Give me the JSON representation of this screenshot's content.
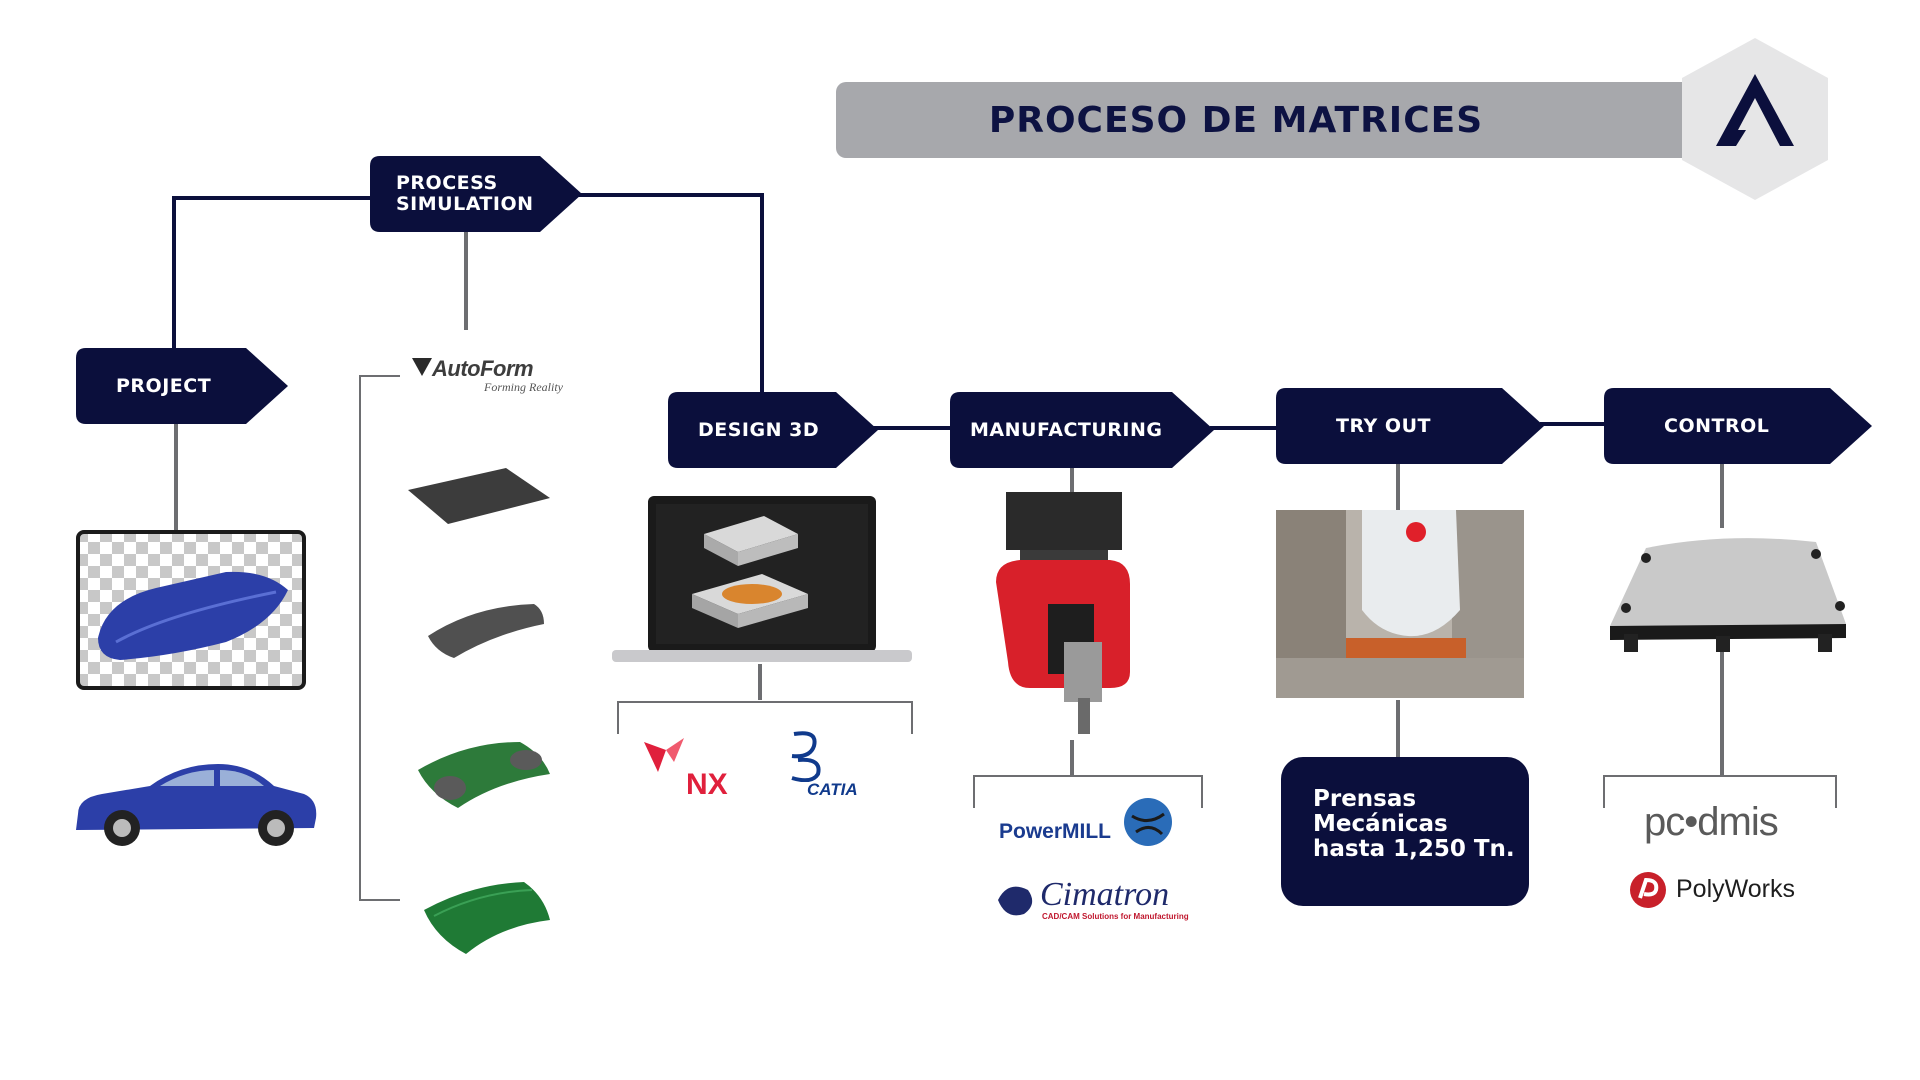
{
  "title": "PROCESO DE MATRICES",
  "steps": {
    "project": "PROJECT",
    "process_simulation": "PROCESS\nSIMULATION",
    "design_3d": "DESIGN 3D",
    "manufacturing": "MANUFACTURING",
    "try_out": "TRY OUT",
    "control": "CONTROL"
  },
  "info_box": "Prensas\nMecánicas\nhasta 1,250 Tn.",
  "software": {
    "autoform": "AutoForm",
    "autoform_tagline": "Forming Reality",
    "nx": "NX",
    "catia": "CATIA",
    "powermill": "PowerMILL",
    "cimatron": "Cimatron",
    "cimatron_tagline": "CAD/CAM Solutions for Manufacturing",
    "pcdmis": "pc•dmis",
    "polyworks": "PolyWorks"
  },
  "colors": {
    "navy": "#0b0f3c",
    "connector_gray": "#6d6e71",
    "banner_gray": "#a7a8ac",
    "car_blue": "#2c3fa8",
    "panel_green": "#2d7a3a"
  },
  "icons": [
    "company-logo-icon",
    "car-roof-icon",
    "car-icon",
    "sheet-panel-icon",
    "laptop-die-icon",
    "cnc-machine-icon",
    "press-machine-icon",
    "inspection-fixture-icon"
  ]
}
